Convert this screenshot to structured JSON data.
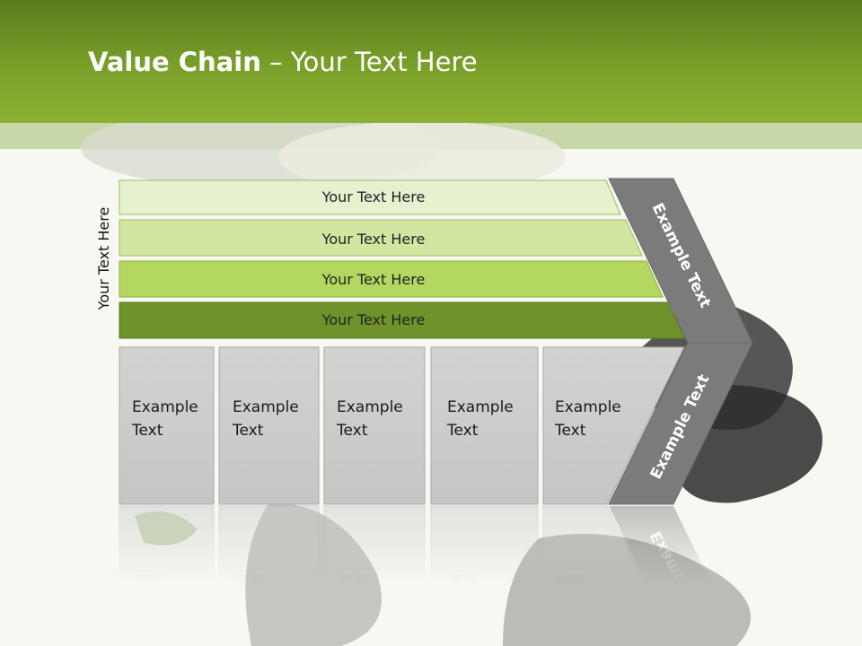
{
  "title": {
    "bold": "Value Chain",
    "rest": " – Your Text Here"
  },
  "side_label": "Your Text Here",
  "rows": [
    {
      "label": "Your Text Here",
      "color": "#e6f1cf"
    },
    {
      "label": "Your Text Here",
      "color": "#d2e6a2"
    },
    {
      "label": "Your Text Here",
      "color": "#b3d760"
    },
    {
      "label": "Your Text Here",
      "color": "#6f932a"
    }
  ],
  "cells": [
    {
      "line1": "Example",
      "line2": "Text"
    },
    {
      "line1": "Example",
      "line2": "Text"
    },
    {
      "line1": "Example",
      "line2": "Text"
    },
    {
      "line1": "Example",
      "line2": "Text"
    },
    {
      "line1": "Example",
      "line2": "Text"
    }
  ],
  "arrow_upper": "Example Text",
  "arrow_lower": "Example Text",
  "colors": {
    "header": "#7aa02a",
    "cell": "#cfcfcf",
    "arrow": "#7b7b7b"
  }
}
